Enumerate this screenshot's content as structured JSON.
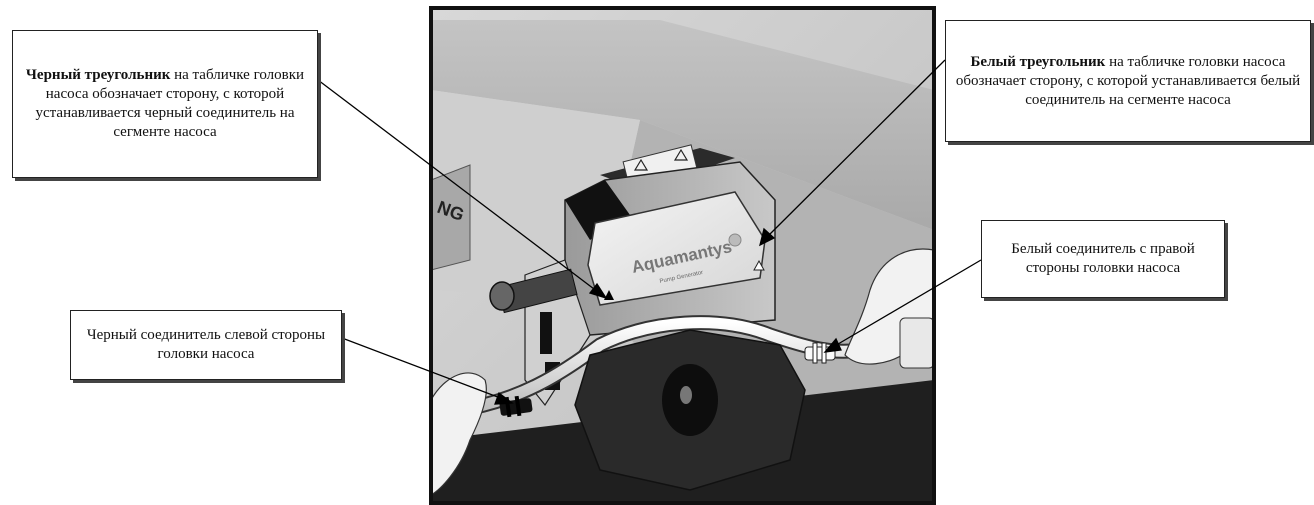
{
  "callouts": {
    "black_triangle": {
      "bold": "Черный треугольник",
      "text": " на табличке головки насоса обозначает сторону, с которой устанавливается черный соединитель на сегменте насоса"
    },
    "white_triangle": {
      "bold": "Белый треугольник",
      "text": " на табличке головки насоса обозначает сторону, с которой устанавливается белый соединитель на сегменте насоса"
    },
    "white_connector": {
      "text": "Белый соединитель с правой стороны головки насоса"
    },
    "black_connector": {
      "text": "Черный соединитель слевой стороны головки насоса"
    }
  },
  "device": {
    "brand_main": "Aquamantys",
    "brand_sub": "Pump Generator",
    "panel_fragment": "NG"
  },
  "colors": {
    "frame": "#111111",
    "pump_dark": "#2b2b2b",
    "background_gray": "#c9c9c9"
  }
}
